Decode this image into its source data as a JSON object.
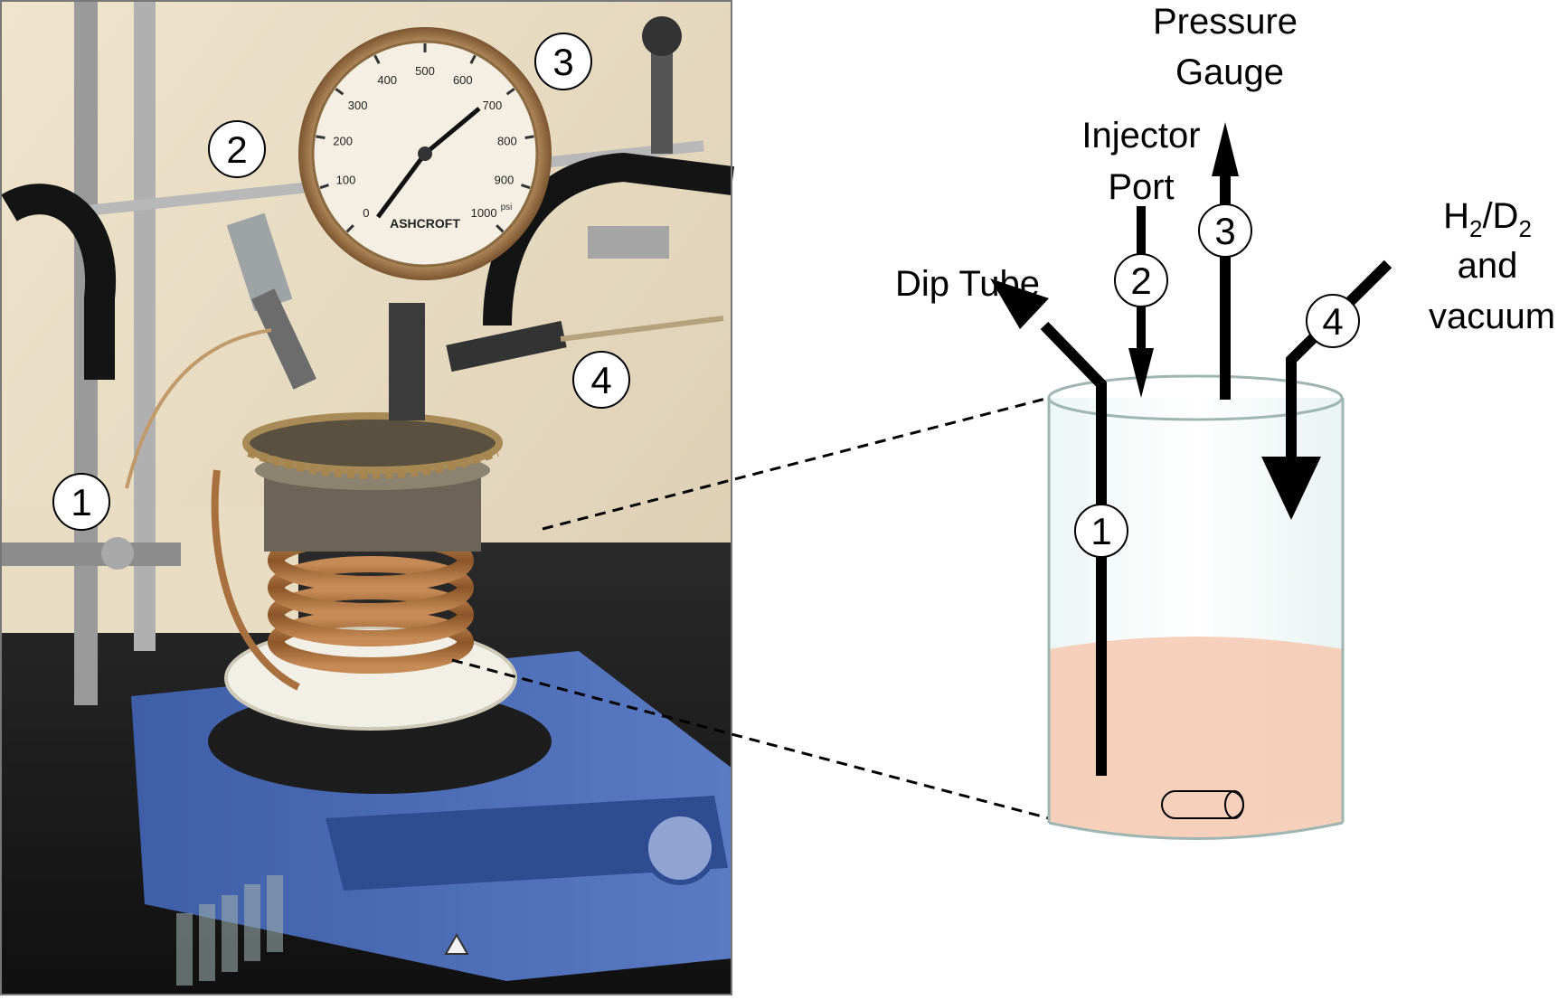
{
  "photo": {
    "gauge_brand": "ASHCROFT",
    "gauge_unit": "psi",
    "gauge_ticks": [
      "0",
      "100",
      "200",
      "300",
      "400",
      "500",
      "600",
      "700",
      "800",
      "900",
      "1000"
    ],
    "callouts": [
      "1",
      "2",
      "3",
      "4"
    ]
  },
  "schematic": {
    "labels": {
      "pressure_line1": "Pressure",
      "pressure_line2": "Gauge",
      "injector_line1": "Injector",
      "injector_line2": "Port",
      "dip_tube": "Dip Tube",
      "gas_main": "H",
      "gas_sub1": "2",
      "gas_slash": "/D",
      "gas_sub2": "2",
      "gas_line2": "and",
      "gas_line3": "vacuum"
    },
    "markers": {
      "m1": "1",
      "m2": "2",
      "m3": "3",
      "m4": "4"
    }
  },
  "colors": {
    "liquid": "#f6c8b0",
    "vessel_outline": "#8aa0a0",
    "tube": "#000000",
    "arrow": "#000000"
  }
}
